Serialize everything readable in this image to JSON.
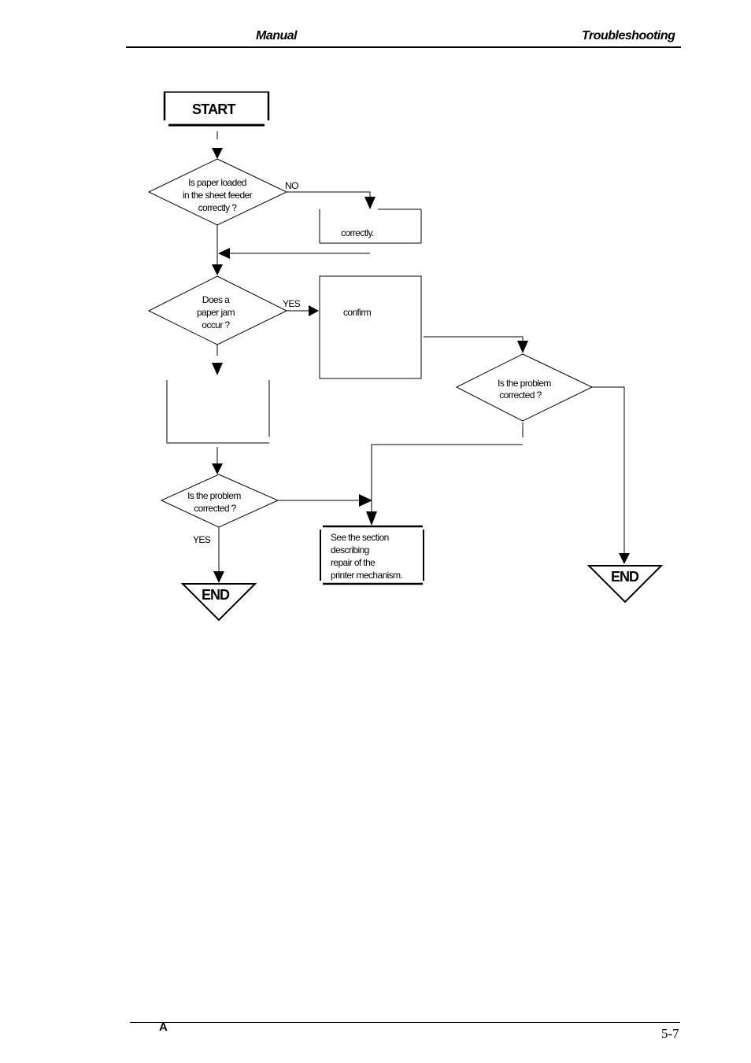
{
  "header": {
    "left": "Manual",
    "right": "Troubleshooting"
  },
  "footer": {
    "left": "A",
    "page": "5-7"
  },
  "flowchart": {
    "start": "START",
    "end_left": "END",
    "end_right": "END",
    "decision_loaded": [
      "Is paper loaded",
      "in the sheet feeder",
      "correctly ?"
    ],
    "label_no": "NO",
    "box_correctly": "correctly.",
    "decision_jam": [
      "Does a",
      "paper jam",
      "occur ?"
    ],
    "label_yes_jam": "YES",
    "box_confirm": "confirm",
    "decision_corrected_right": [
      "Is the problem",
      "corrected ?"
    ],
    "decision_corrected_left": [
      "Is the problem",
      "corrected ?"
    ],
    "label_yes_left": "YES",
    "box_see_section": [
      "See the section",
      "describing",
      "repair of the",
      "printer mechanism."
    ]
  }
}
